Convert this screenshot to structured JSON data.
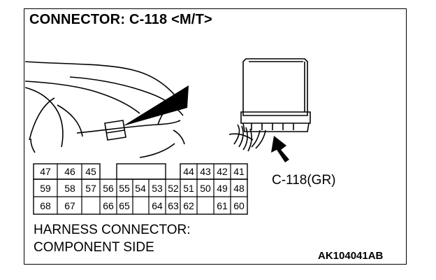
{
  "title": "CONNECTOR: C-118 <M/T>",
  "connector_label": "C-118(GR)",
  "view_label_line1": "HARNESS CONNECTOR:",
  "view_label_line2": "COMPONENT SIDE",
  "drawing_code": "AK104041AB",
  "pins": {
    "row1": [
      "47",
      "46",
      "45",
      "",
      "",
      "",
      "44",
      "43",
      "42",
      "41"
    ],
    "row2": [
      "59",
      "58",
      "57",
      "56",
      "55",
      "54",
      "53",
      "52",
      "51",
      "50",
      "49",
      "48"
    ],
    "row3": [
      "68",
      "67",
      "",
      "66",
      "65",
      "",
      "64",
      "63",
      "62",
      "",
      "61",
      "60"
    ]
  }
}
